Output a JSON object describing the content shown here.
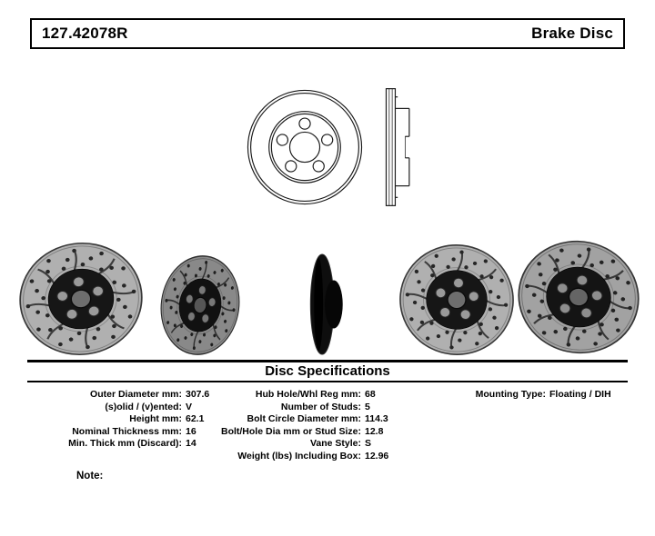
{
  "header": {
    "part_number": "127.42078R",
    "product_name": "Brake Disc"
  },
  "specs": {
    "title": "Disc Specifications",
    "columns": [
      {
        "rows": [
          {
            "label": "Outer Diameter mm:",
            "value": "307.6"
          },
          {
            "label": "(s)olid / (v)ented:",
            "value": "V"
          },
          {
            "label": "Height mm:",
            "value": "62.1"
          },
          {
            "label": "Nominal Thickness mm:",
            "value": "16"
          },
          {
            "label": "Min. Thick mm (Discard):",
            "value": "14"
          }
        ]
      },
      {
        "rows": [
          {
            "label": "Hub Hole/Whl Reg mm:",
            "value": "68"
          },
          {
            "label": "Number of Studs:",
            "value": "5"
          },
          {
            "label": "Bolt Circle Diameter mm:",
            "value": "114.3"
          },
          {
            "label": "Bolt/Hole Dia mm or Stud Size:",
            "value": "12.8"
          },
          {
            "label": "Vane Style:",
            "value": "S"
          },
          {
            "label": "Weight (lbs) Including Box:",
            "value": "12.96"
          }
        ]
      },
      {
        "rows": [
          {
            "label": "Mounting Type:",
            "value": "Floating / DIH"
          }
        ]
      }
    ]
  },
  "note": {
    "label": "Note:"
  }
}
